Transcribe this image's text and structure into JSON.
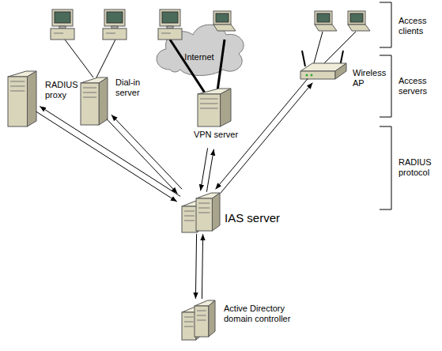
{
  "diagram": {
    "nodes": [
      {
        "text": [
          "RADIUS proxy"
        ]
      },
      {
        "text": [
          "Dial-in server"
        ]
      },
      {
        "text": [
          "Internet"
        ]
      },
      {
        "text": [
          "VPN server"
        ]
      },
      {
        "text": [
          "Wireless AP"
        ]
      },
      {
        "text": [
          "IAS server"
        ]
      },
      {
        "text": [
          "Active Directory domain controller"
        ]
      }
    ],
    "edges": [
      {
        "from": 0,
        "to": 5,
        "arrow": "to"
      },
      {
        "from": 5,
        "to": 0,
        "arrow": "to"
      },
      {
        "from": 1,
        "to": 5,
        "arrow": "to"
      },
      {
        "from": 5,
        "to": 1,
        "arrow": "to"
      },
      {
        "from": 3,
        "to": 5,
        "arrow": "to"
      },
      {
        "from": 5,
        "to": 3,
        "arrow": "to"
      },
      {
        "from": 4,
        "to": 5,
        "arrow": "to"
      },
      {
        "from": 5,
        "to": 4,
        "arrow": "to"
      },
      {
        "from": 5,
        "to": 6,
        "arrow": "to"
      },
      {
        "from": 6,
        "to": 5,
        "arrow": "to"
      }
    ],
    "labels": [
      "Access clients",
      "Access servers",
      "RADIUS protocol"
    ]
  }
}
